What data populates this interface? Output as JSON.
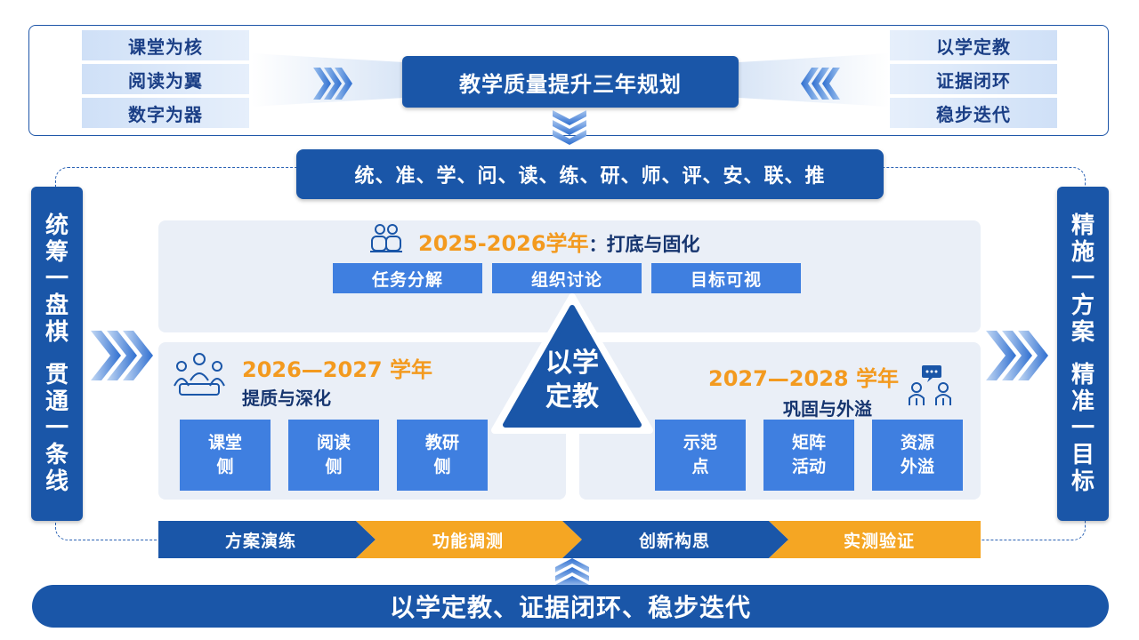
{
  "top": {
    "left_items": [
      "课堂为核",
      "阅读为翼",
      "数字为器"
    ],
    "title": "教学质量提升三年规划",
    "right_items": [
      "以学定教",
      "证据闭环",
      "稳步迭代"
    ]
  },
  "principles": "统、准、学、问、读、练、研、师、评、安、联、推",
  "left_column": [
    "统",
    "筹",
    "一",
    "盘",
    "棋",
    "贯",
    "通",
    "一",
    "条",
    "线"
  ],
  "right_column": [
    "精",
    "施",
    "一",
    "方",
    "案",
    "精",
    "准",
    "一",
    "目",
    "标"
  ],
  "phase1": {
    "year": "2025-2026学年",
    "colon": "：",
    "theme": "打底与固化",
    "tasks": [
      "任务分解",
      "组织讨论",
      "目标可视"
    ]
  },
  "phase2": {
    "year": "2026—2027 学年",
    "theme": "提质与深化",
    "items": [
      [
        "课堂",
        "侧"
      ],
      [
        "阅读",
        "侧"
      ],
      [
        "教研",
        "侧"
      ]
    ]
  },
  "phase3": {
    "year": "2027—2028 学年",
    "theme": "巩固与外溢",
    "items": [
      [
        "示范",
        "点"
      ],
      [
        "矩阵",
        "活动"
      ],
      [
        "资源",
        "外溢"
      ]
    ]
  },
  "center": [
    "以学",
    "定教"
  ],
  "steps": [
    "方案演练",
    "功能调测",
    "创新构思",
    "实测验证"
  ],
  "bottom": "以学定教、证据闭环、稳步迭代",
  "colors": {
    "navy": "#1a56a8",
    "blue": "#3f7fe0",
    "orange": "#f5a623",
    "panel": "#eaeff7"
  }
}
